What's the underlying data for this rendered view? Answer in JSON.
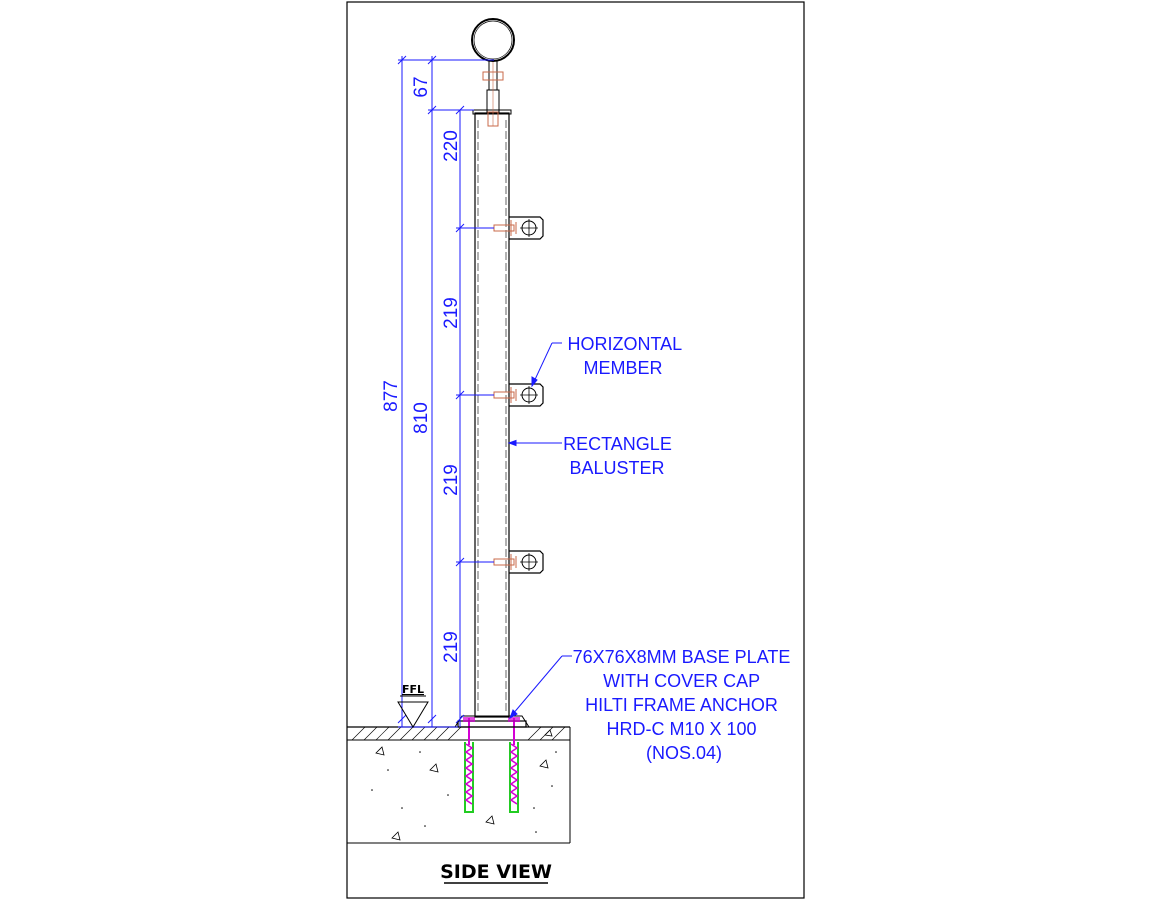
{
  "dimensions": {
    "overall": "877",
    "post": "810",
    "top": "67",
    "seg1": "220",
    "seg2": "219",
    "seg3": "219",
    "seg4": "219"
  },
  "labels": {
    "horizontal_member": [
      "HORIZONTAL",
      "MEMBER"
    ],
    "rectangle_baluster": [
      "RECTANGLE",
      "BALUSTER"
    ],
    "base_plate": [
      "76X76X8MM BASE PLATE",
      "WITH COVER CAP",
      "HILTI FRAME ANCHOR",
      "HRD-C M10 X 100",
      "(NOS.04)"
    ],
    "ffl": "FFL",
    "title": "SIDE VIEW"
  },
  "colors": {
    "dimension": "#1a1aff",
    "outline": "#000000",
    "anchor_bolt": "#d400d4",
    "anchor_sleeve": "#22cc22",
    "fixing_screw": "#c86a4a"
  }
}
